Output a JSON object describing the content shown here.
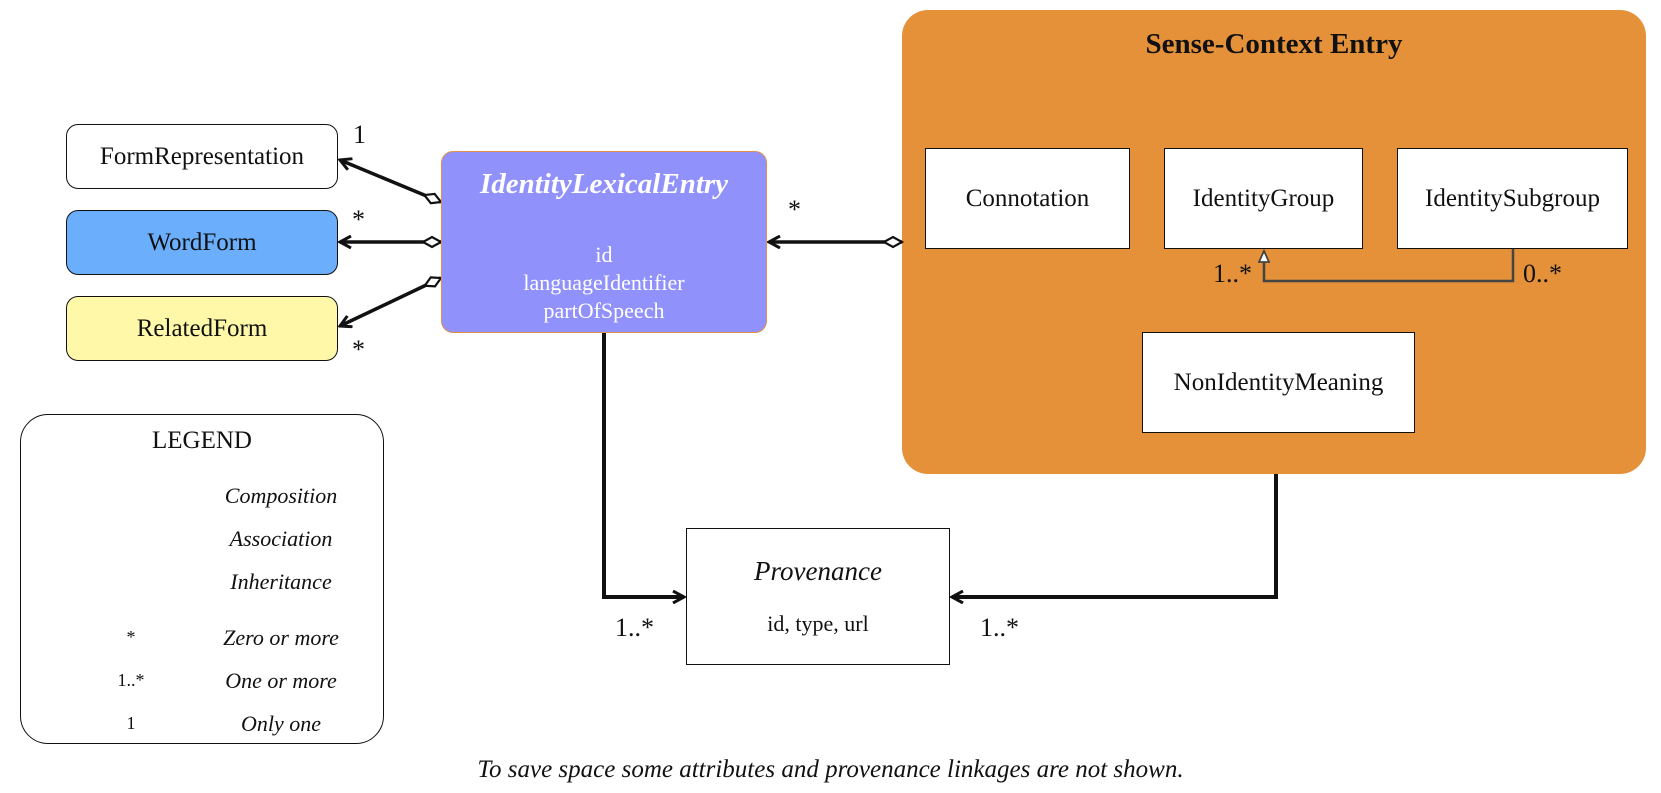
{
  "sense_context": {
    "title": "Sense-Context Entry"
  },
  "classes": {
    "form_representation": "FormRepresentation",
    "word_form": "WordForm",
    "related_form": "RelatedForm",
    "identity_lexical_entry": {
      "title": "IdentityLexicalEntry",
      "attributes": [
        "id",
        "languageIdentifier",
        "partOfSpeech"
      ]
    },
    "connotation": "Connotation",
    "identity_group": "IdentityGroup",
    "identity_subgroup": "IdentitySubgroup",
    "non_identity_meaning": "NonIdentityMeaning",
    "provenance": {
      "title": "Provenance",
      "attributes": "id, type, url"
    }
  },
  "multiplicities": {
    "form_representation": "1",
    "word_form": "*",
    "related_form": "*",
    "sense_context": "*",
    "identity_group": "1..*",
    "identity_subgroup": "0..*",
    "provenance_from_entry": "1..*",
    "provenance_from_sense": "1..*"
  },
  "legend": {
    "title": "LEGEND",
    "items": [
      {
        "symbol": "composition",
        "label": "Composition"
      },
      {
        "symbol": "association",
        "label": "Association"
      },
      {
        "symbol": "inheritance",
        "label": "Inheritance"
      },
      {
        "symbol": "*",
        "label": "Zero or more"
      },
      {
        "symbol": "1..*",
        "label": "One or more"
      },
      {
        "symbol": "1",
        "label": "Only one"
      }
    ]
  },
  "caption": "To save space some attributes and provenance linkages are not shown.",
  "colors": {
    "sense_panel": "#e5913a",
    "identity_entry": "#9191fc",
    "word_form": "#6aaefc",
    "related_form": "#fef8a8"
  }
}
